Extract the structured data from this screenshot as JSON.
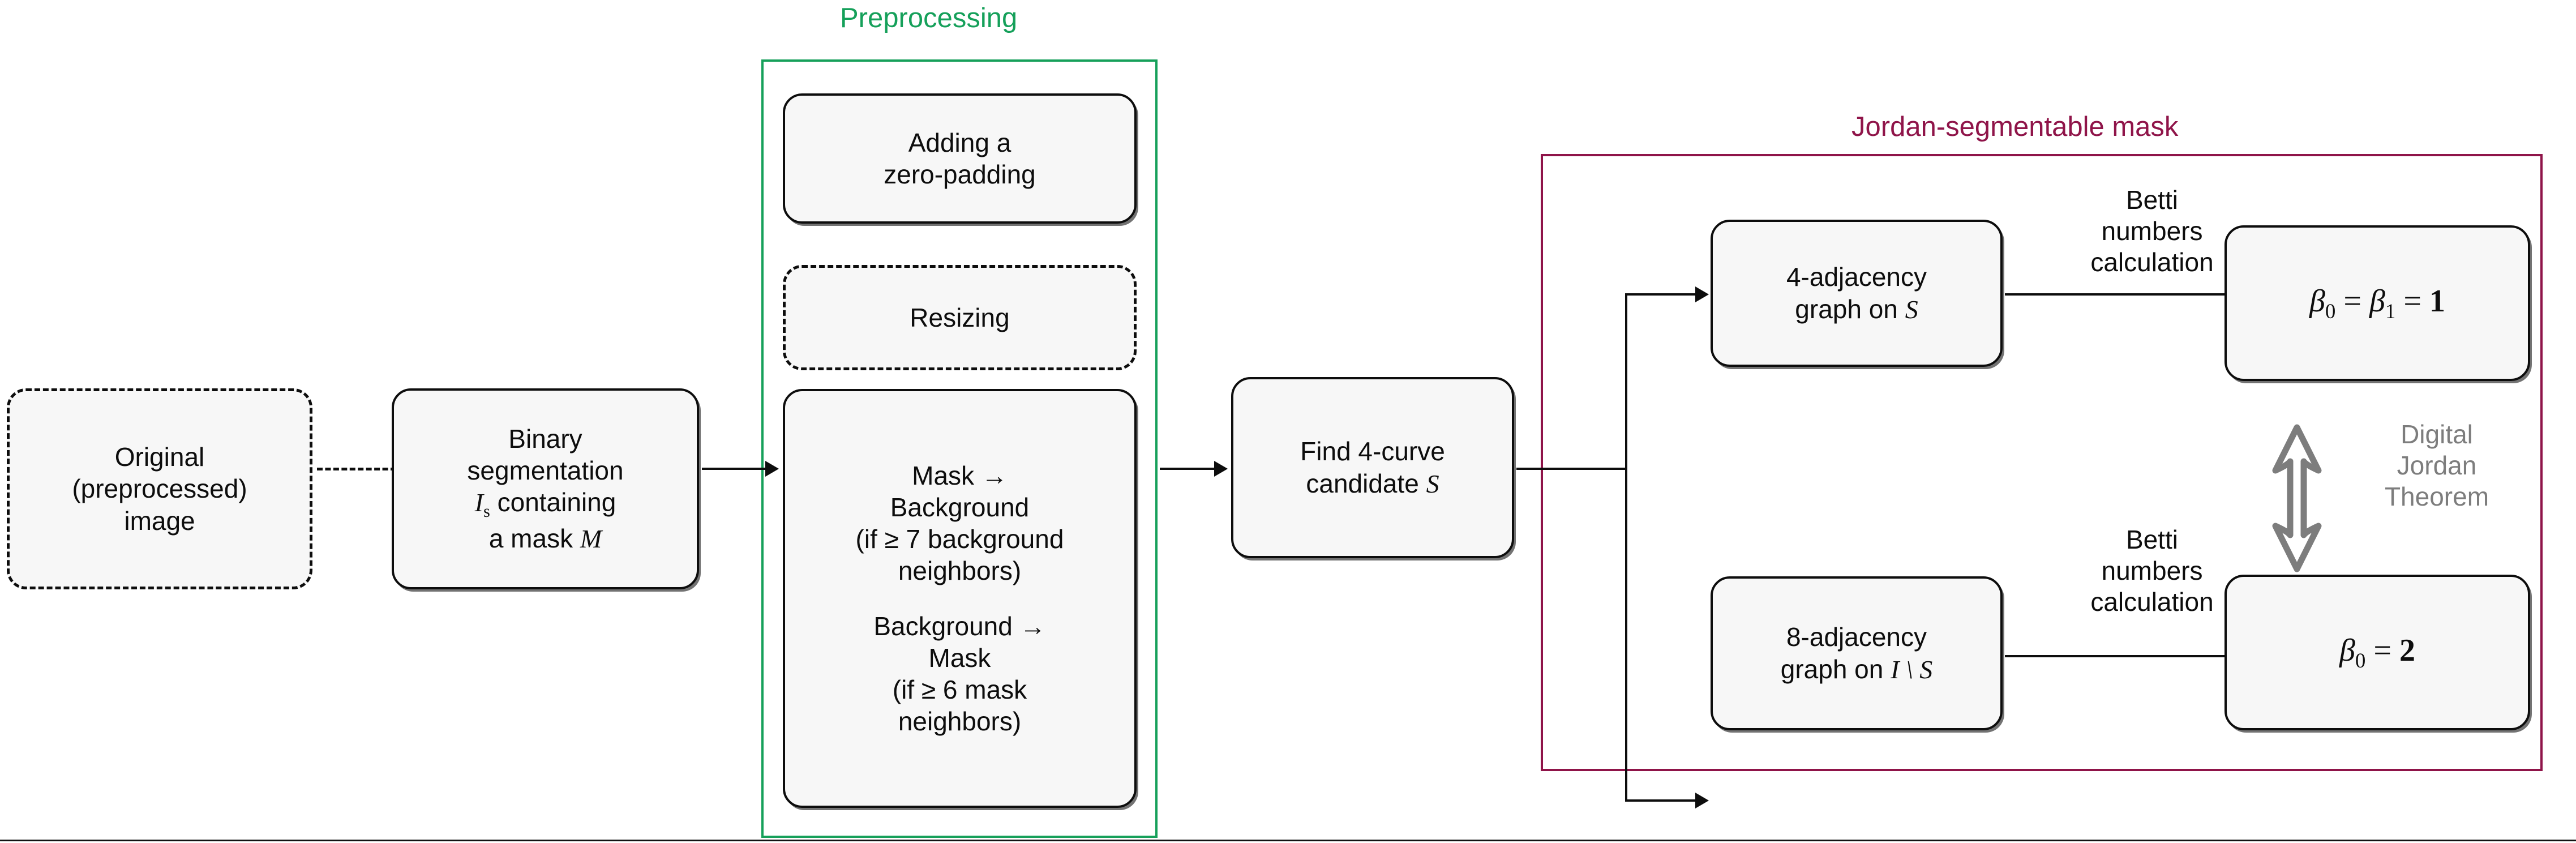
{
  "figure": {
    "title": "Jordan-segmentable mask pipeline flowchart",
    "background_color": "#ffffff",
    "node_fill": "#f7f7f7",
    "node_stroke": "#0d0d0d",
    "green_accent": "#16a05a",
    "maroon_accent": "#8f1449",
    "gray_accent": "#7d7d7d"
  },
  "groups": {
    "preprocessing": {
      "title": "Preprocessing",
      "color": "#15a05a"
    },
    "jordan": {
      "title": "Jordan-segmentable mask",
      "color": "#8f1449"
    }
  },
  "nodes": {
    "original_image": {
      "lines": [
        "Original",
        "(preprocessed)",
        "image"
      ],
      "style": "dashed"
    },
    "binary_segmentation": {
      "line1": "Binary",
      "line2": "segmentation",
      "line3_pre": "",
      "line3_math": "I",
      "line3_sub": "s",
      "line3_post": " containing",
      "line4_pre": "a mask ",
      "line4_math": "M"
    },
    "zero_padding": {
      "line1": "Adding a",
      "line2": "zero-padding"
    },
    "resizing": {
      "label": "Resizing",
      "style": "dashed"
    },
    "mask_bg": {
      "line1": "Mask →",
      "line2": "Background",
      "line3": "(if ≥ 7 background",
      "line4": "neighbors)",
      "line5": "Background →",
      "line6": "Mask",
      "line7": "(if ≥ 6 mask",
      "line8": "neighbors)"
    },
    "find_curve": {
      "line1": "Find 4-curve",
      "line2_pre": "candidate ",
      "line2_math": "S"
    },
    "adj4": {
      "line1": "4-adjacency",
      "line2_pre": "graph on ",
      "line2_math": "S"
    },
    "adj8": {
      "line1": "8-adjacency",
      "line2_pre": "graph on ",
      "line2_math": "I \\ S"
    },
    "betti_top": {
      "beta": "β",
      "sub0": "0",
      "eq1": " = ",
      "beta2": "β",
      "sub1": "1",
      "eq2": " = ",
      "value": "1"
    },
    "betti_bottom": {
      "beta": "β",
      "sub0": "0",
      "eq1": " = ",
      "value": "2"
    }
  },
  "edge_labels": {
    "betti_top": "Betti\nnumbers\ncalculation",
    "betti_bottom": "Betti\nnumbers\ncalculation"
  },
  "annotations": {
    "digital_jordan_theorem": "Digital\nJordan\nTheorem",
    "djt_icon": "up-down-double-arrow-icon"
  }
}
